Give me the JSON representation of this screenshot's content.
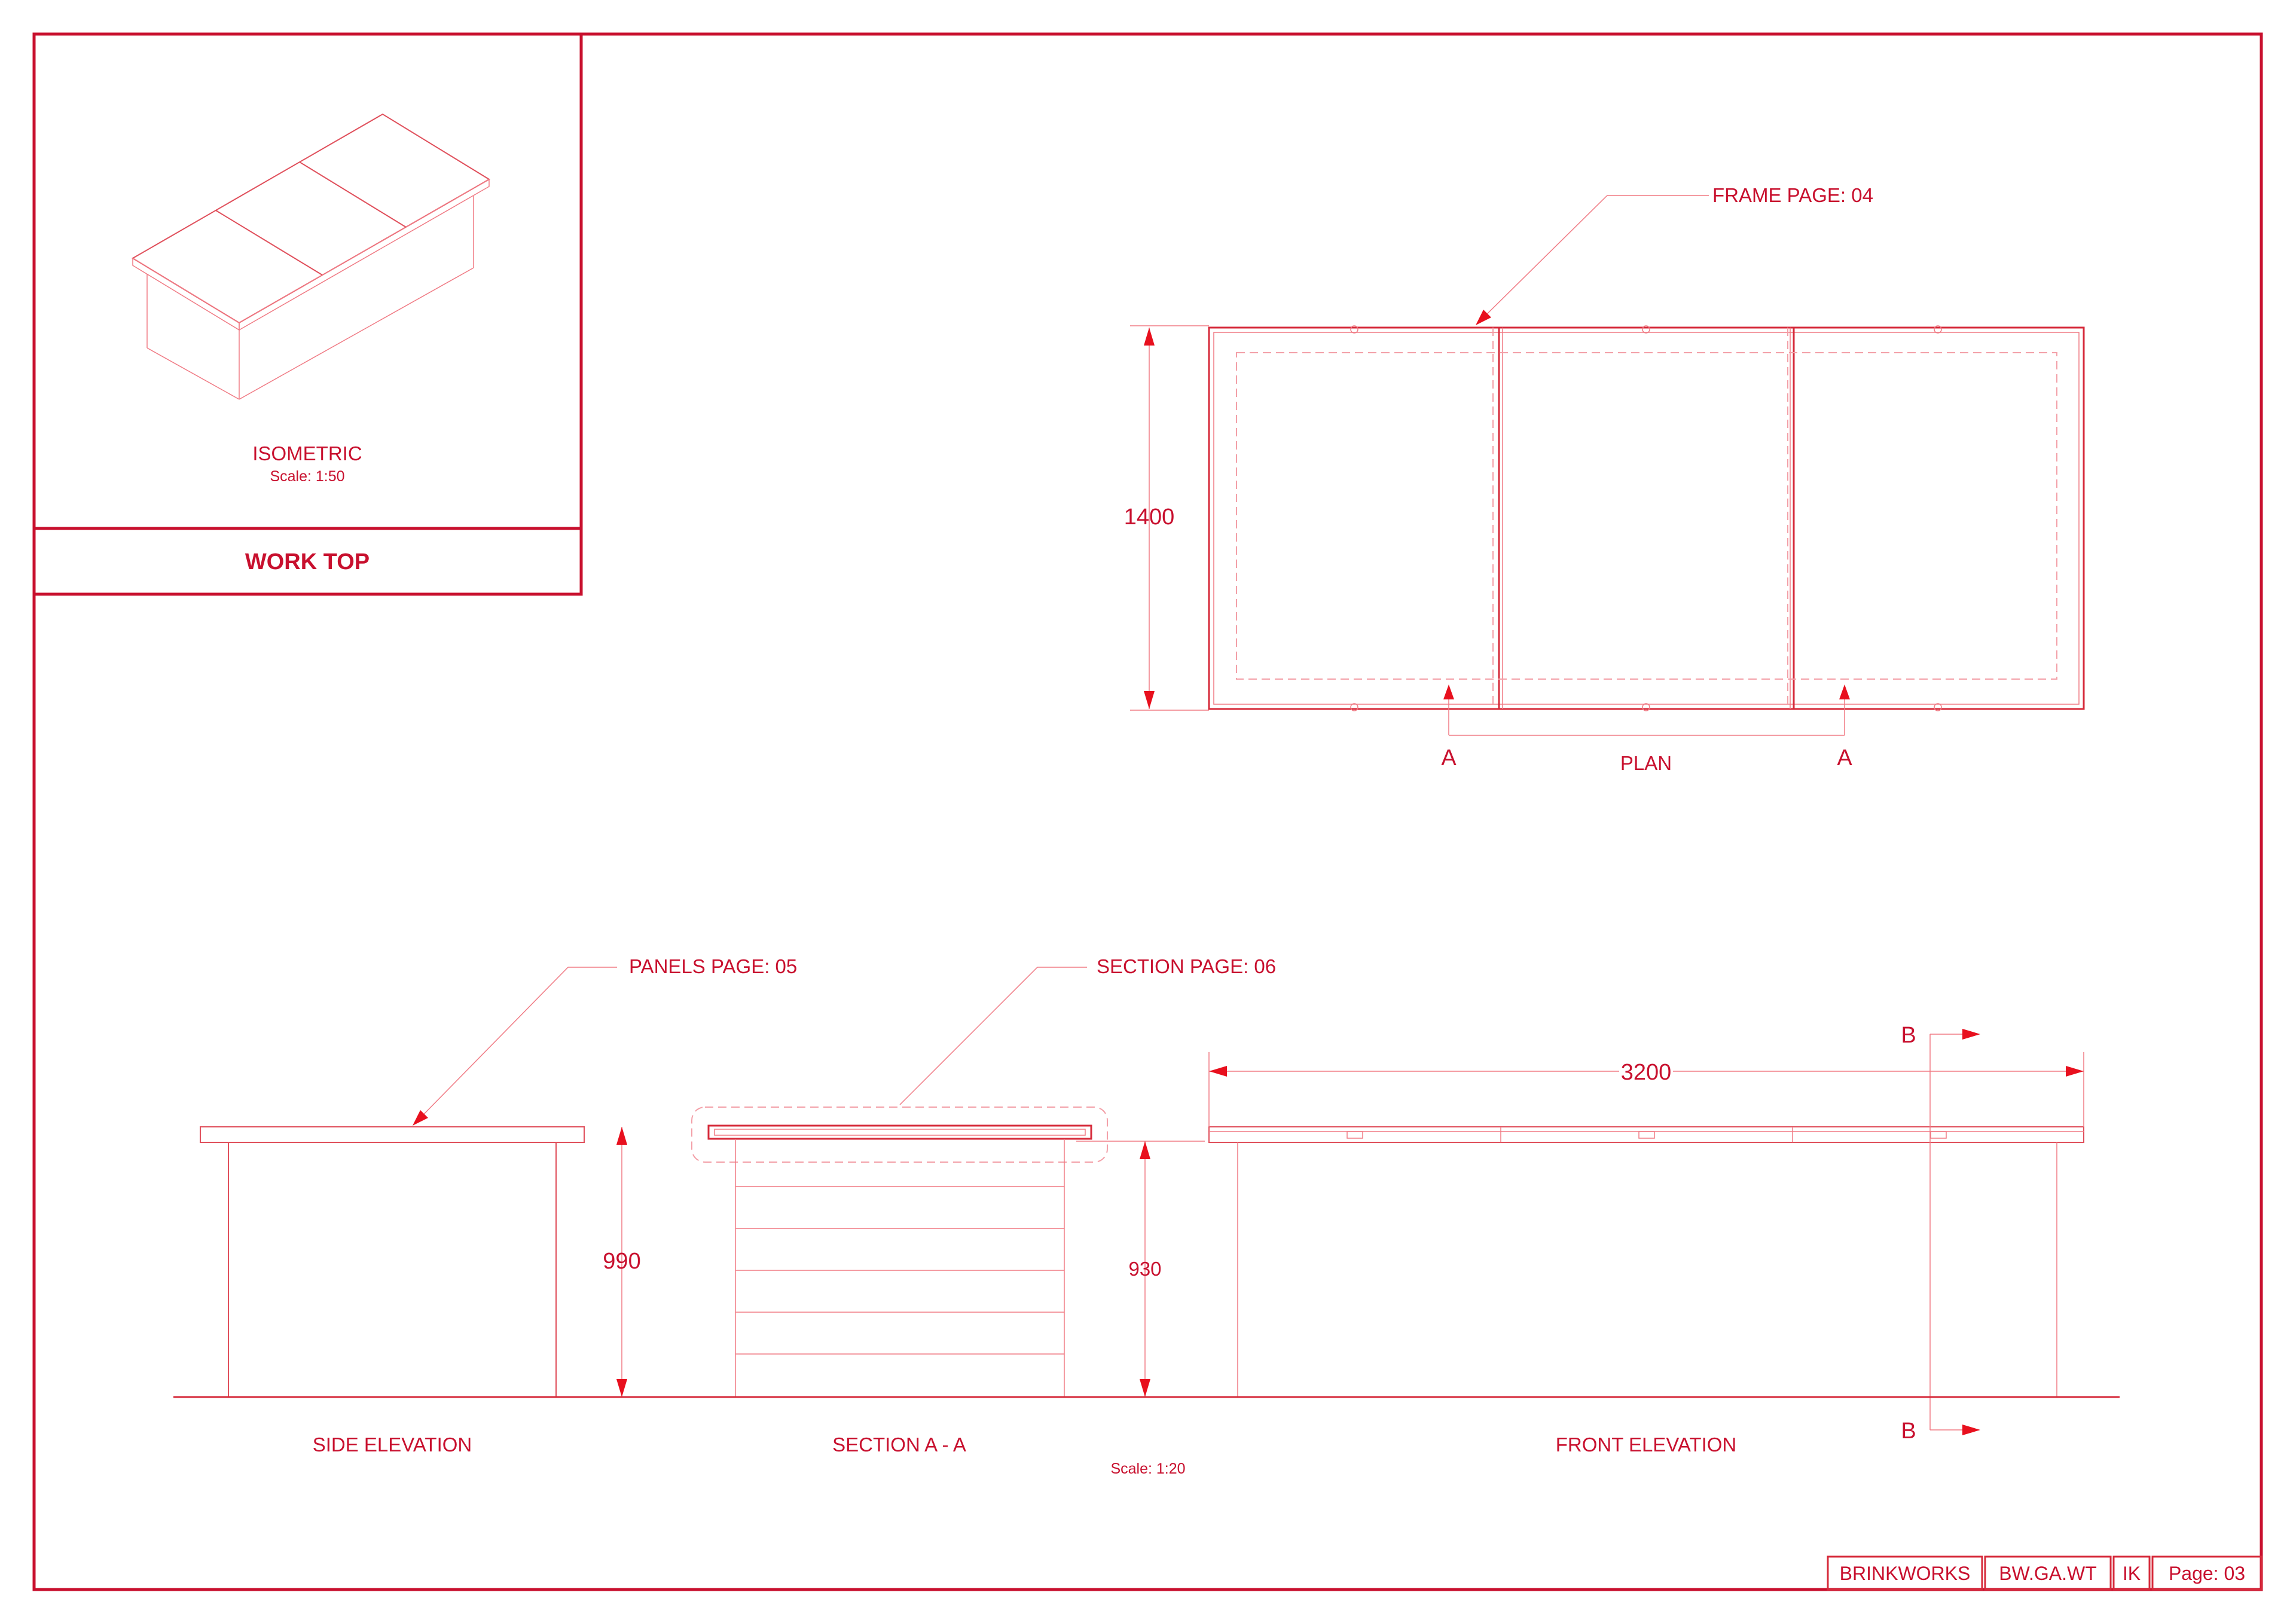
{
  "iso_panel": {
    "view_label": "ISOMETRIC",
    "scale": "Scale: 1:50",
    "title": "WORK TOP"
  },
  "plan": {
    "view_label": "PLAN",
    "callout": "FRAME PAGE: 04",
    "dim_depth": "1400",
    "section_marker_left": "A",
    "section_marker_right": "A"
  },
  "side_elevation": {
    "view_label": "SIDE ELEVATION",
    "callout": "PANELS PAGE: 05",
    "dim_height": "990"
  },
  "section_view": {
    "view_label": "SECTION A - A",
    "callout": "SECTION PAGE: 06",
    "dim_height": "930",
    "scale": "Scale: 1:20"
  },
  "front_elevation": {
    "view_label": "FRONT ELEVATION",
    "dim_length": "3200",
    "section_marker_top": "B",
    "section_marker_bottom": "B"
  },
  "title_block": {
    "company": "BRINKWORKS",
    "drawing_code": "BW.GA.WT",
    "initials": "IK",
    "page": "Page: 03"
  },
  "colors": {
    "line": "#c8102e",
    "arrow": "#e8101e",
    "background": "#ffffff"
  }
}
